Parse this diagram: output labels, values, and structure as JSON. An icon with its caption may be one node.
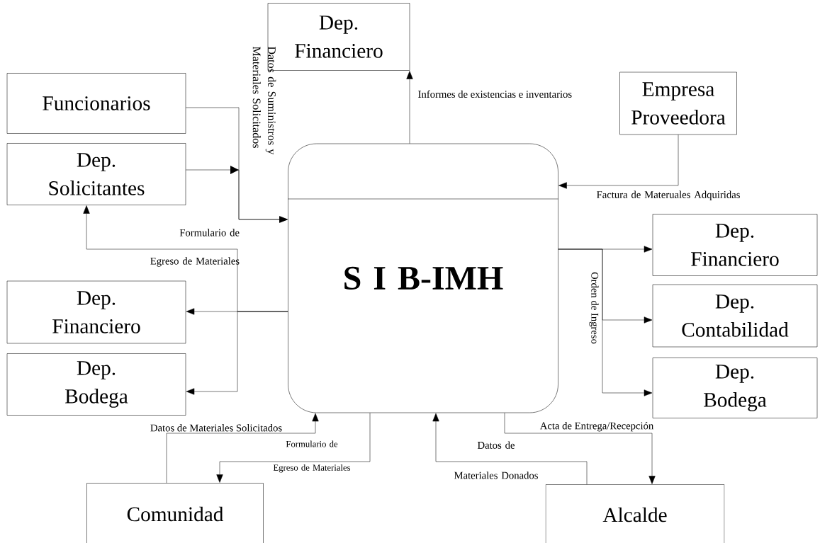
{
  "diagram": {
    "nodes": [
      {
        "text": [
          "Dep. Financiero"
        ]
      },
      {
        "text": [
          "Funcionarios"
        ]
      },
      {
        "text": [
          "Empresa Proveedora"
        ]
      },
      {
        "text": [
          "Dep. Solicitantes"
        ]
      },
      {
        "text": [
          "S I B-IMH"
        ]
      },
      {
        "text": [
          "Dep. Financiero"
        ]
      },
      {
        "text": [
          "Dep. Financiero"
        ]
      },
      {
        "text": [
          "Dep. Contabilidad"
        ]
      },
      {
        "text": [
          "Dep. Bodega"
        ]
      },
      {
        "text": [
          "Dep. Bodega"
        ]
      },
      {
        "text": [
          "Comunidad"
        ]
      },
      {
        "text": [
          "Alcalde"
        ]
      }
    ],
    "edges": [
      {
        "from": 4,
        "to": 0,
        "arrow": "to",
        "label": "Informes de existencias e inventarios"
      },
      {
        "from": 1,
        "to": 4,
        "arrow": "to",
        "label": "Datos de Suministros y Materiales Solicitados"
      },
      {
        "from": 3,
        "to": 4,
        "arrow": "to"
      },
      {
        "from": 2,
        "to": 4,
        "arrow": "to",
        "label": "Factura de Materuales Adquiridas"
      },
      {
        "from": 4,
        "to": 6,
        "arrow": "to"
      },
      {
        "from": 4,
        "to": 3,
        "arrow": "to",
        "label": "Formulario de Egreso de Materiales"
      },
      {
        "from": 4,
        "to": 8,
        "arrow": "to"
      },
      {
        "from": 4,
        "to": 5,
        "arrow": "to"
      },
      {
        "from": 4,
        "to": 7,
        "arrow": "to",
        "label": "Orden de Ingreso"
      },
      {
        "from": 4,
        "to": 9,
        "arrow": "to"
      },
      {
        "from": 10,
        "to": 4,
        "arrow": "to",
        "label": "Datos de Materiales Solicitados"
      },
      {
        "from": 4,
        "to": 10,
        "arrow": "to",
        "label": "Formulario de Egreso de Materiales"
      },
      {
        "from": 11,
        "to": 4,
        "arrow": "to",
        "label": "Datos de Materiales Donados"
      },
      {
        "from": 4,
        "to": 11,
        "arrow": "to",
        "label": "Acta de Entrega/Recepción"
      }
    ]
  }
}
